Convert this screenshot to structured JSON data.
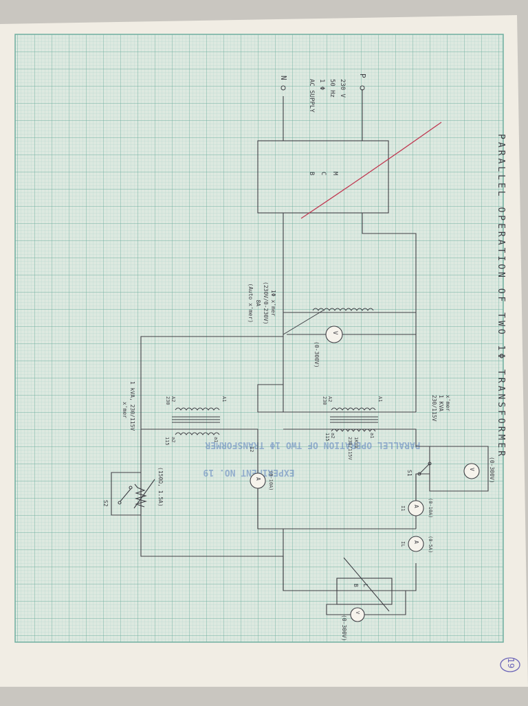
{
  "sheet": {
    "title": "PARALLEL OPERATION OF TWO 1Φ TRANSFORMER",
    "page_number": "19",
    "colors": {
      "paper": "#f1ede4",
      "grid_minor": "#a8cfc6",
      "grid_major": "#6fae9f",
      "ink": "#3e3e44",
      "red_ink": "#c03a52",
      "blue_ink": "#5a7fbf"
    }
  },
  "supply": {
    "terminal_p": "P",
    "terminal_n": "N",
    "lines": [
      "230 V",
      "50 Hz",
      "1 Φ",
      "AC SUPPLY"
    ]
  },
  "mcb": {
    "lines": [
      "M",
      "C",
      "B"
    ]
  },
  "autotransformer": {
    "lines": [
      "1Φ x'mer",
      "(230V/0-230V)",
      "8A",
      "(Auto x'mer)"
    ]
  },
  "voltmeter_parallel": {
    "symbol": "V",
    "range": "(0-300V)"
  },
  "transformer_1": {
    "lines": [
      "x'mer",
      "1 KVA",
      "230/115V"
    ],
    "terminals": {
      "a1": "A1",
      "a2": "A2",
      "a_label": "a1",
      "b_label": "a2",
      "hv": "230",
      "lv": "115"
    },
    "rating": [
      "1KVA",
      "230/115V"
    ]
  },
  "transformer_2": {
    "terminals": {
      "a1": "A1",
      "a2": "A2",
      "a_label": "a1",
      "b_label": "a2",
      "hv": "230",
      "lv": "115"
    },
    "rating": [
      "1 kVA, 230/115V",
      "x'mer"
    ]
  },
  "switch_s1": "S1",
  "switch_s2": "S2",
  "voltmeter_switch": {
    "symbol": "V",
    "range": "(0-300V)"
  },
  "ammeter_i1": {
    "symbol": "A",
    "label": "I1",
    "range": "(0-10A)"
  },
  "ammeter_il": {
    "symbol": "A",
    "label": "IL",
    "range": "(0-5A)"
  },
  "ammeter_i2": {
    "symbol": "A",
    "label": "I2",
    "range": "(0-10A)"
  },
  "rheostat": {
    "range": "(150Ω, 1.5A)"
  },
  "lamp_load": {
    "lines": [
      "L",
      "B"
    ]
  },
  "voltmeter_load": {
    "symbol": "V",
    "range": "(0-300V)"
  },
  "show_through": [
    "PARALLEL OPERATION OF TWO 1Φ TRANSFORMER",
    "EXPERIMENT NO. 19"
  ]
}
